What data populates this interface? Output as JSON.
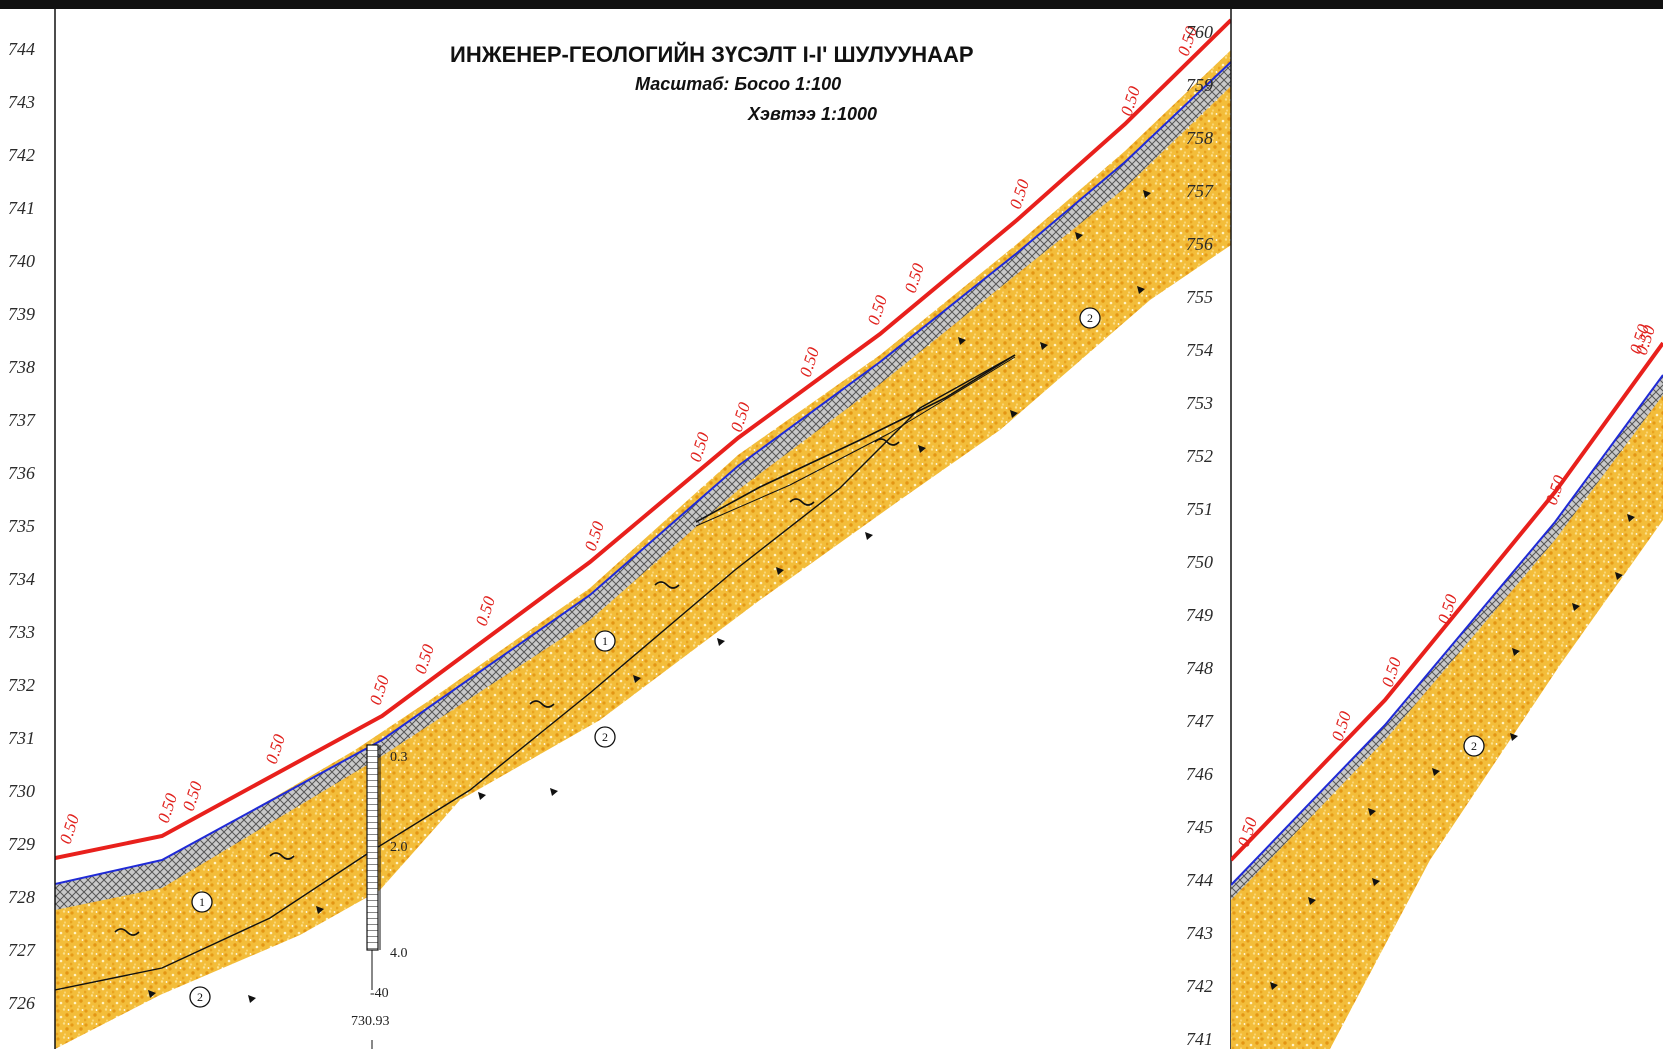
{
  "title": "ИНЖЕНЕР-ГЕОЛОГИЙН ЗҮСЭЛТ  I-I'  ШУЛУУНААР",
  "scale_vertical": "Масштаб: Босоо 1:100",
  "scale_horizontal": "Хэвтээ 1:1000",
  "left_panel": {
    "y_ticks": [
      "744",
      "743",
      "742",
      "741",
      "740",
      "739",
      "738",
      "737",
      "736",
      "735",
      "734",
      "733",
      "732",
      "731",
      "730",
      "729",
      "728",
      "727",
      "726"
    ],
    "thickness_labels": [
      "0.50",
      "0.50",
      "0.50",
      "0.50",
      "0.50",
      "0.50",
      "0.50",
      "0.50",
      "0.50",
      "0.50",
      "0.50",
      "0.50",
      "0.50",
      "0.50",
      "0.50",
      "0.50",
      "0.50"
    ]
  },
  "right_panel": {
    "y_ticks": [
      "760",
      "759",
      "758",
      "757",
      "756",
      "755",
      "754",
      "753",
      "752",
      "751",
      "750",
      "749",
      "748",
      "747",
      "746",
      "745",
      "744",
      "743",
      "742",
      "741"
    ],
    "thickness_labels": [
      "0.50",
      "0.50",
      "0.50",
      "0.50",
      "0.50",
      "0.50"
    ]
  },
  "borehole": {
    "depths": [
      "0.3",
      "2.0",
      "4.0"
    ],
    "number": "-40",
    "elevation": "730.93"
  },
  "layers": {
    "label_1": "1",
    "label_2": "2"
  },
  "colors": {
    "surface_line": "#e8201c",
    "blue_line": "#1f2ad6",
    "sand_fill": "#f1b52a",
    "hatch_fill": "#a9a9a9",
    "thickness_text": "#e0201c"
  }
}
